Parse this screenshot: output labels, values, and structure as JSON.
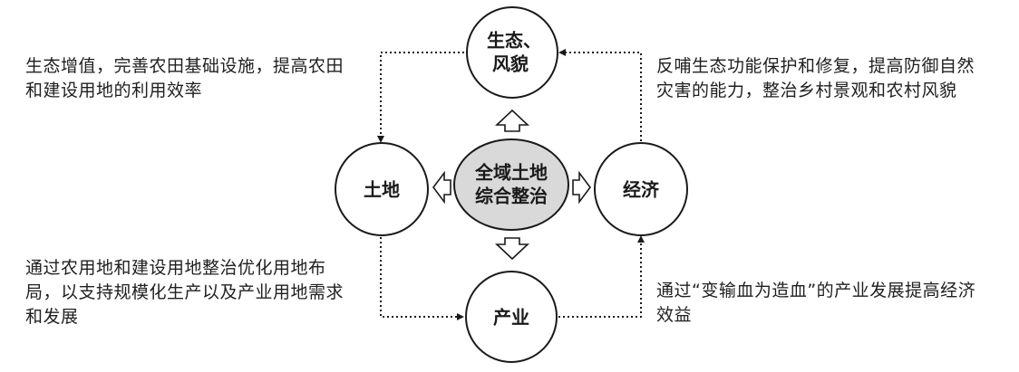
{
  "nodes": {
    "ecology": {
      "line1": "生态、",
      "line2": "风貌"
    },
    "land": {
      "label": "土地"
    },
    "economy": {
      "label": "经济"
    },
    "industry": {
      "label": "产业"
    },
    "center": {
      "line1": "全域土地",
      "line2": "综合整治"
    }
  },
  "descriptions": {
    "top_left": "生态增值，完善农田基础设施，提高农田和建设用地的利用效率",
    "top_right": "反哺生态功能保护和修复，提高防御自然灾害的能力，整治乡村景观和农村风貌",
    "bottom_left": "通过农用地和建设用地整治优化用地布局，以支持规模化生产以及产业用地需求和发展",
    "bottom_right": "通过“变输血为造血”的产业发展提高经济效益"
  },
  "colors": {
    "circle_stroke": "#1a1a1a",
    "center_fill": "#d9d9d9",
    "text": "#1a1a1a"
  }
}
